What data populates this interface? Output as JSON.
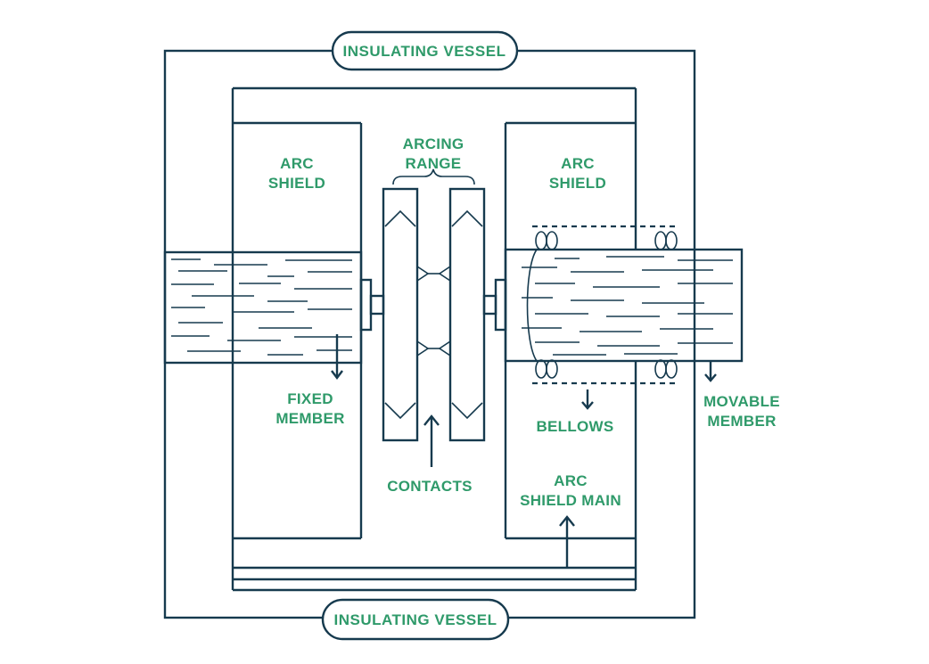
{
  "labels": {
    "insulating_vessel_top": "INSULATING VESSEL",
    "insulating_vessel_bottom": "INSULATING VESSEL",
    "arc_shield_left_line1": "ARC",
    "arc_shield_left_line2": "SHIELD",
    "arc_shield_right_line1": "ARC",
    "arc_shield_right_line2": "SHIELD",
    "arcing_range_line1": "ARCING",
    "arcing_range_line2": "RANGE",
    "fixed_member_line1": "FIXED",
    "fixed_member_line2": "MEMBER",
    "bellows": "BELLOWS",
    "movable_member_line1": "MOVABLE",
    "movable_member_line2": "MEMBER",
    "contacts": "CONTACTS",
    "arc_shield_main_line1": "ARC",
    "arc_shield_main_line2": "SHIELD MAIN"
  },
  "colors": {
    "line": "#163a4e",
    "label": "#2f9a6a",
    "background": "#ffffff"
  }
}
